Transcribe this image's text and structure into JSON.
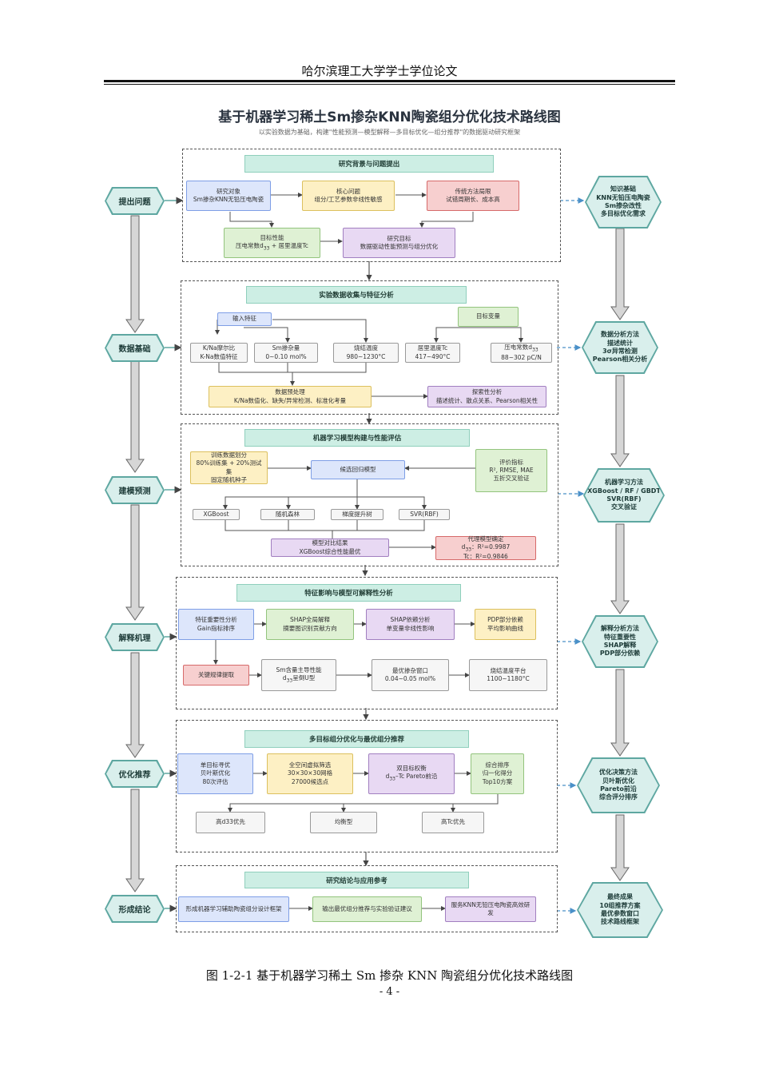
{
  "header": "哈尔滨理工大学学士学位论文",
  "title": "基于机器学习稀土Sm掺杂KNN陶瓷组分优化技术路线图",
  "subtitle": "以实验数据为基础，构建\"性能预测—模型解释—多目标优化—组分推荐\"的数据驱动研究框架",
  "left_steps": [
    "提出问题",
    "数据基础",
    "建模预测",
    "解释机理",
    "优化推荐",
    "形成结论"
  ],
  "right_steps": [
    {
      "l1": "知识基础",
      "l2": "KNN无铅压电陶瓷",
      "l3": "Sm掺杂改性",
      "l4": "多目标优化需求"
    },
    {
      "l1": "数据分析方法",
      "l2": "描述统计",
      "l3": "3σ异常检测",
      "l4": "Pearson相关分析"
    },
    {
      "l1": "机器学习方法",
      "l2": "XGBoost / RF / GBDT",
      "l3": "SVR(RBF)",
      "l4": "交叉验证"
    },
    {
      "l1": "解释分析方法",
      "l2": "特征重要性",
      "l3": "SHAP解释",
      "l4": "PDP部分依赖"
    },
    {
      "l1": "优化决策方法",
      "l2": "贝叶斯优化",
      "l3": "Pareto前沿",
      "l4": "综合评分排序"
    },
    {
      "l1": "最终成果",
      "l2": "10组推荐方案",
      "l3": "最优参数窗口",
      "l4": "技术路线框架"
    }
  ],
  "s1": {
    "header": "研究背景与问题提出",
    "obj": {
      "l1": "研究对象",
      "l2": "Sm掺杂KNN无铅压电陶瓷"
    },
    "core": {
      "l1": "核心问题",
      "l2": "组分/工艺参数非线性敏感"
    },
    "trad": {
      "l1": "传统方法局限",
      "l2": "试错周期长、成本高"
    },
    "perf": {
      "l1": "目标性能",
      "l2a": "压电常数d",
      "l2sub": "33",
      "l2b": " + 居里温度Tc"
    },
    "goal": {
      "l1": "研究目标",
      "l2": "数据驱动性能预测与组分优化"
    }
  },
  "s2": {
    "header": "实验数据收集与特征分析",
    "input": "输入特征",
    "target": "目标变量",
    "kna": {
      "l1": "K/Na摩尔比",
      "l2": "K-Na数值特征"
    },
    "sm": {
      "l1": "Sm掺杂量",
      "l2": "0~0.10 mol%"
    },
    "sint": {
      "l1": "烧结温度",
      "l2": "980~1230°C"
    },
    "tc": {
      "l1": "居里温度Tc",
      "l2": "417~490°C"
    },
    "d33": {
      "l1a": "压电常数d",
      "l1sub": "33",
      "l2": "88~302 pC/N"
    },
    "pre": {
      "l1": "数据预处理",
      "l2": "K/Na数值化、缺失/异常检测、标准化考量"
    },
    "eda": {
      "l1": "探索性分析",
      "l2": "描述统计、散点关系、Pearson相关性"
    }
  },
  "s3": {
    "header": "机器学习模型构建与性能评估",
    "split": {
      "l1": "训练数据划分",
      "l2": "80%训练集 + 20%测试集",
      "l3": "固定随机种子"
    },
    "cand": "候选回归模型",
    "metric": {
      "l1": "评价指标",
      "l2": "R², RMSE, MAE",
      "l3": "五折交叉验证"
    },
    "models": [
      "XGBoost",
      "随机森林",
      "梯度提升树",
      "SVR(RBF)"
    ],
    "cmp": {
      "l1": "模型对比结果",
      "l2": "XGBoost综合性能最优"
    },
    "proxy": {
      "l1": "代理模型确定",
      "l2a": "d",
      "l2sub": "33",
      "l2b": "：R²=0.9987",
      "l3": "Tc：R²=0.9846"
    }
  },
  "s4": {
    "header": "特征影响与模型可解释性分析",
    "imp": {
      "l1": "特征重要性分析",
      "l2": "Gain指标排序"
    },
    "shapg": {
      "l1": "SHAP全局解释",
      "l2": "摘要图识别贡献方向"
    },
    "shapd": {
      "l1": "SHAP依赖分析",
      "l2": "单变量非线性影响"
    },
    "pdp": {
      "l1": "PDP部分依赖",
      "l2": "平均影响曲线"
    },
    "key": "关键规律提取",
    "smkey": {
      "l1": "Sm含量主导性能",
      "l2a": "d",
      "l2sub": "33",
      "l2b": "呈倒U型"
    },
    "win": {
      "l1": "最优掺杂窗口",
      "l2": "0.04~0.05 mol%"
    },
    "plat": {
      "l1": "烧结温度平台",
      "l2": "1100~1180°C"
    }
  },
  "s5": {
    "header": "多目标组分优化与最优组分推荐",
    "single": {
      "l1": "单目标寻优",
      "l2": "贝叶斯优化",
      "l3": "80次评估"
    },
    "grid": {
      "l1": "全空间虚拟筛选",
      "l2": "30×30×30网格",
      "l3": "27000候选点"
    },
    "dual": {
      "l1": "双目标权衡",
      "l2a": "d",
      "l2sub": "33",
      "l2b": "–Tc Pareto前沿"
    },
    "rank": {
      "l1": "综合排序",
      "l2": "归一化得分",
      "l3": "Top10方案"
    },
    "outs": [
      "高d33优先",
      "均衡型",
      "高Tc优先"
    ]
  },
  "s6": {
    "header": "研究结论与应用参考",
    "a": "形成机器学习辅助陶瓷组分设计框架",
    "b": "输出最优组分推荐与实验验证建议",
    "c": "服务KNN无铅压电陶瓷高效研发"
  },
  "caption": "图 1-2-1 基于机器学习稀土 Sm 掺杂 KNN 陶瓷组分优化技术路线图",
  "page_number": "- 4 -"
}
